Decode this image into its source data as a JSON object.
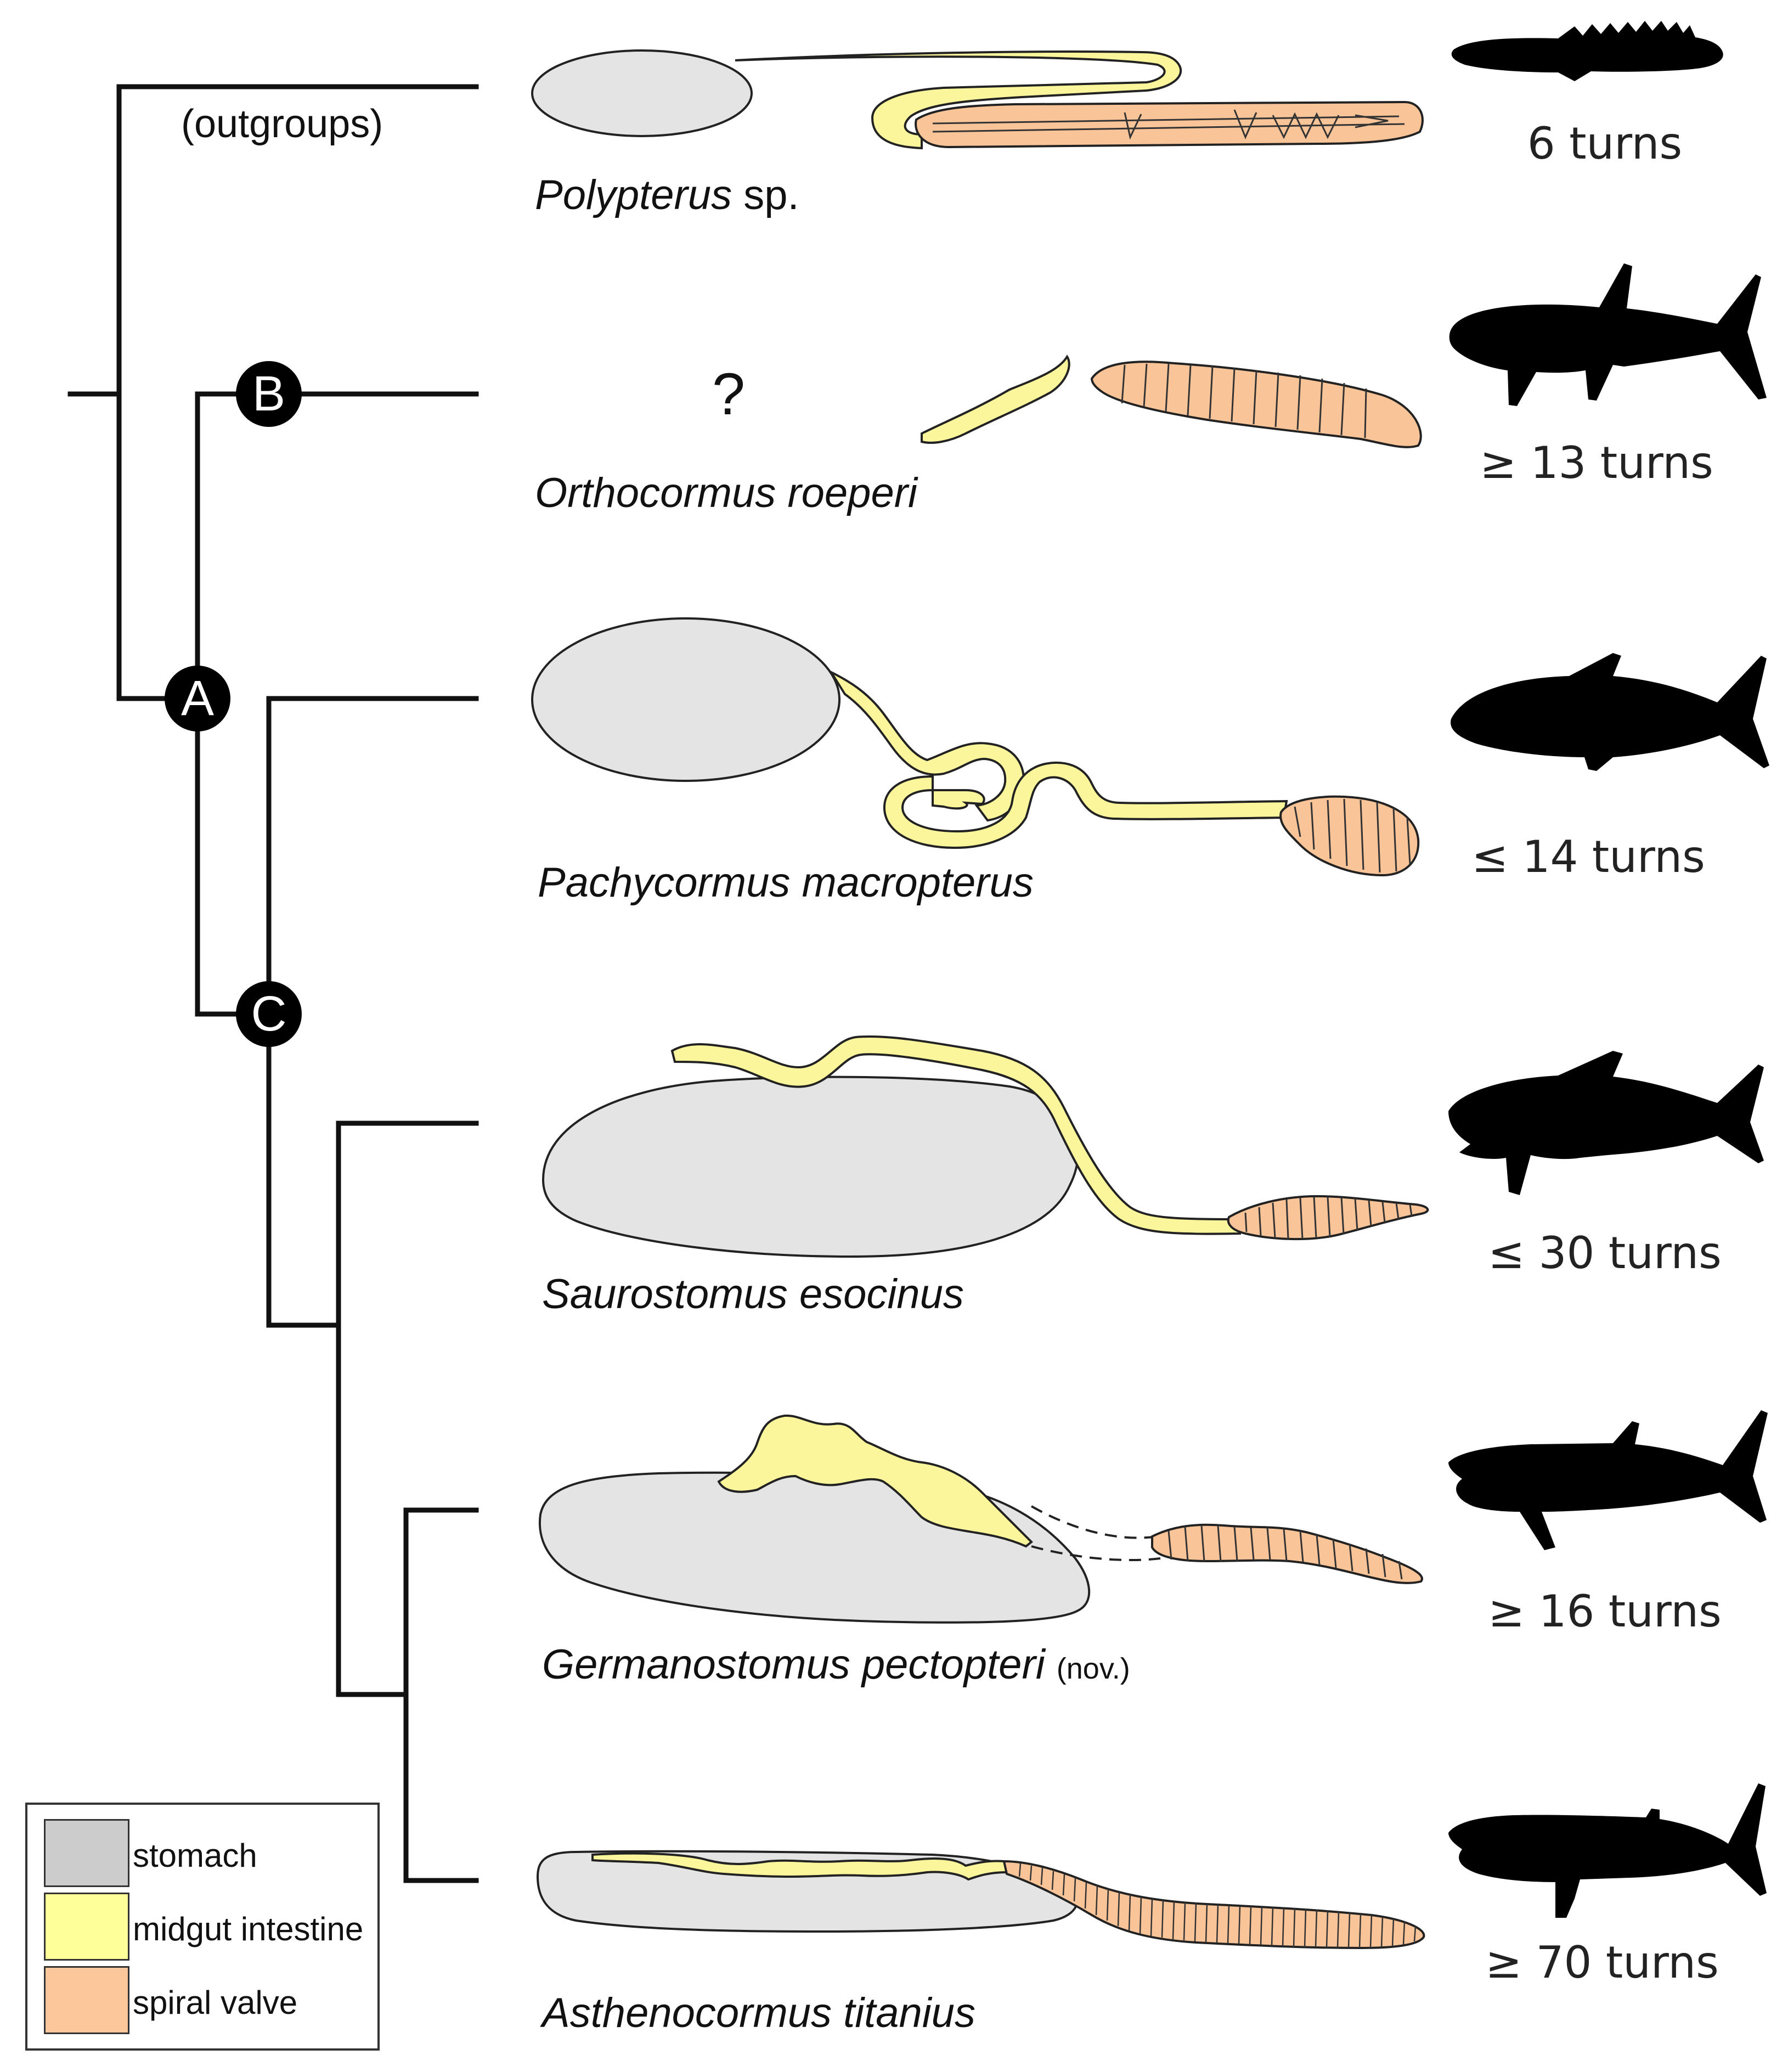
{
  "outgroup_label": "(outgroups)",
  "missing_stomach_mark": "?",
  "nodes": [
    "A",
    "B",
    "C"
  ],
  "taxa": [
    {
      "genus": "Polypterus",
      "suffix": " sp.",
      "note": "",
      "turns": "6 turns"
    },
    {
      "genus": "Orthocormus roeperi",
      "suffix": "",
      "note": "",
      "turns": "≥ 13 turns"
    },
    {
      "genus": "Pachycormus macropterus",
      "suffix": "",
      "note": "",
      "turns": "≤ 14 turns"
    },
    {
      "genus": "Saurostomus esocinus",
      "suffix": "",
      "note": "",
      "turns": "≤ 30 turns"
    },
    {
      "genus": "Germanostomus pectopteri",
      "suffix": " ",
      "note": "(nov.)",
      "turns": "≥ 16 turns"
    },
    {
      "genus": "Asthenocormus titanius",
      "suffix": "",
      "note": "",
      "turns": "≥ 70 turns"
    }
  ],
  "legend": [
    {
      "label": "stomach",
      "color": "#cccccc"
    },
    {
      "label": "midgut intestine",
      "color": "#ffff99"
    },
    {
      "label": "spiral valve",
      "color": "#fcc89b"
    }
  ],
  "colors": {
    "stomach_fill": "#e4e4e4",
    "midgut_fill": "#fbf59c",
    "spiral_fill": "#f9c498",
    "tree_line": "#111111",
    "silhouette": "#000000"
  }
}
